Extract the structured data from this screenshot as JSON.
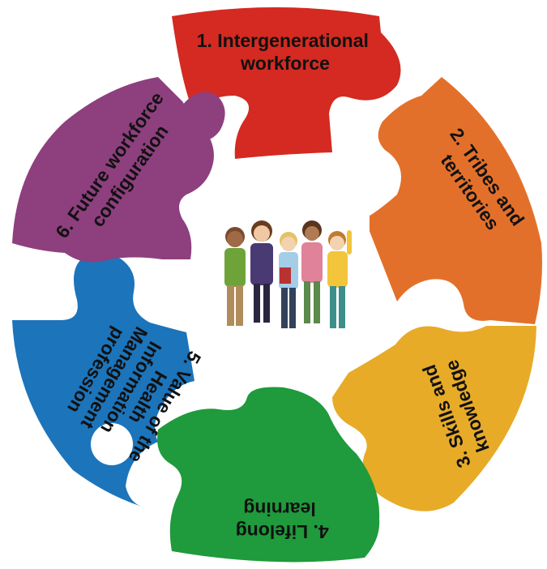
{
  "segments": [
    {
      "id": "intergenerational",
      "lines": [
        "1. Intergenerational",
        "workforce"
      ],
      "color": "#d42a21"
    },
    {
      "id": "tribes",
      "lines": [
        "2. Tribes and",
        "territories"
      ],
      "color": "#e3702a"
    },
    {
      "id": "skills",
      "lines": [
        "3. Skills and",
        "knowledge"
      ],
      "color": "#e7ab28"
    },
    {
      "id": "lifelong",
      "lines": [
        "4. Lifelong",
        "learning"
      ],
      "color": "#1f9a3c"
    },
    {
      "id": "value",
      "lines": [
        "5. Value of the",
        "Health",
        "Information",
        "Management",
        "profession"
      ],
      "color": "#1c74bb"
    },
    {
      "id": "future",
      "lines": [
        "6. Future workforce",
        "configuration"
      ],
      "color": "#8e3f7e"
    }
  ],
  "center_image": {
    "subject": "group-of-people-illustration"
  }
}
